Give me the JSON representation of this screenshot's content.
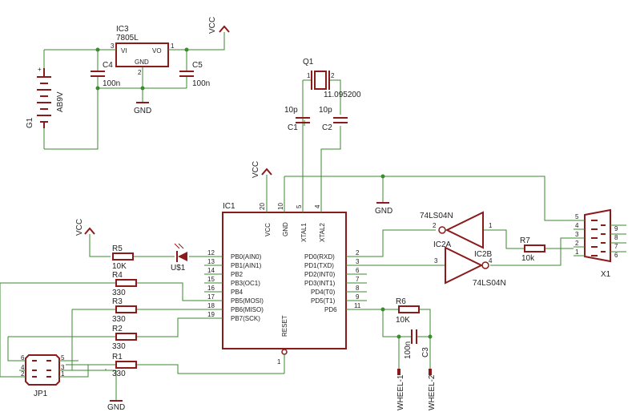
{
  "colors": {
    "wire": "#3a8a2e",
    "part": "#8b1a1a",
    "text": "#222222"
  },
  "regulator": {
    "ref": "IC3",
    "value": "7805L",
    "vi": "VI",
    "vo": "VO",
    "gnd": "GND",
    "pin_in": "3",
    "pin_gnd": "2",
    "pin_out": "1"
  },
  "c4": {
    "ref": "C4",
    "value": "100n"
  },
  "c5": {
    "ref": "C5",
    "value": "100n"
  },
  "battery": {
    "ref": "G1",
    "value": "AB9V"
  },
  "crystal": {
    "ref": "Q1",
    "value": "11.095200",
    "pin1": "1",
    "pin2": "2"
  },
  "c1": {
    "ref": "C1",
    "value": "10p"
  },
  "c2": {
    "ref": "C2",
    "value": "10p"
  },
  "mcu": {
    "ref": "IC1",
    "top_pins": [
      {
        "name": "VCC",
        "num": "20"
      },
      {
        "name": "GND",
        "num": "10"
      },
      {
        "name": "XTAL1",
        "num": "5"
      },
      {
        "name": "XTAL2",
        "num": "4"
      }
    ],
    "left_pins": [
      {
        "name": "PB0(AIN0)",
        "num": "12"
      },
      {
        "name": "PB1(AIN1)",
        "num": "13"
      },
      {
        "name": "PB2",
        "num": "14"
      },
      {
        "name": "PB3(OC1)",
        "num": "15"
      },
      {
        "name": "PB4",
        "num": "16"
      },
      {
        "name": "PB5(MOSI)",
        "num": "17"
      },
      {
        "name": "PB6(MISO)",
        "num": "18"
      },
      {
        "name": "PB7(SCK)",
        "num": "19"
      }
    ],
    "right_pins": [
      {
        "name": "PD0(RXD)",
        "num": "2"
      },
      {
        "name": "PD1(TXD)",
        "num": "3"
      },
      {
        "name": "PD2(INT0)",
        "num": "6"
      },
      {
        "name": "PD3(INT1)",
        "num": "7"
      },
      {
        "name": "PD4(T0)",
        "num": "8"
      },
      {
        "name": "PD5(T1)",
        "num": "9"
      },
      {
        "name": "PD6",
        "num": "11"
      }
    ],
    "reset": {
      "name": "RESET",
      "num": "1"
    }
  },
  "resistors": {
    "r1": {
      "ref": "R1",
      "value": "330"
    },
    "r2": {
      "ref": "R2",
      "value": "330"
    },
    "r3": {
      "ref": "R3",
      "value": "330"
    },
    "r4": {
      "ref": "R4",
      "value": "330"
    },
    "r5": {
      "ref": "R5",
      "value": "10K"
    },
    "r6": {
      "ref": "R6",
      "value": "10K"
    },
    "r7": {
      "ref": "R7",
      "value": "10k"
    }
  },
  "led": {
    "ref": "U$1"
  },
  "inverter_a": {
    "ref": "IC2A",
    "value": "74LS04N",
    "pin_in": "3",
    "pin_out": "4"
  },
  "inverter_b": {
    "ref": "IC2B",
    "value": "74LS04N",
    "pin_in": "1",
    "pin_out": "2"
  },
  "c3": {
    "ref": "C3",
    "value": "100n"
  },
  "wheel1": "WHEEL-1",
  "wheel2": "WHEEL-2",
  "connector": {
    "ref": "X1",
    "pins_left": [
      "5",
      "4",
      "3",
      "2",
      "1"
    ],
    "pins_right": [
      "9",
      "8",
      "7",
      "6"
    ]
  },
  "header": {
    "ref": "JP1",
    "pins": [
      "6",
      "4",
      "2",
      "5",
      "3",
      "1"
    ]
  },
  "supply": {
    "vcc": "VCC",
    "gnd": "GND"
  }
}
